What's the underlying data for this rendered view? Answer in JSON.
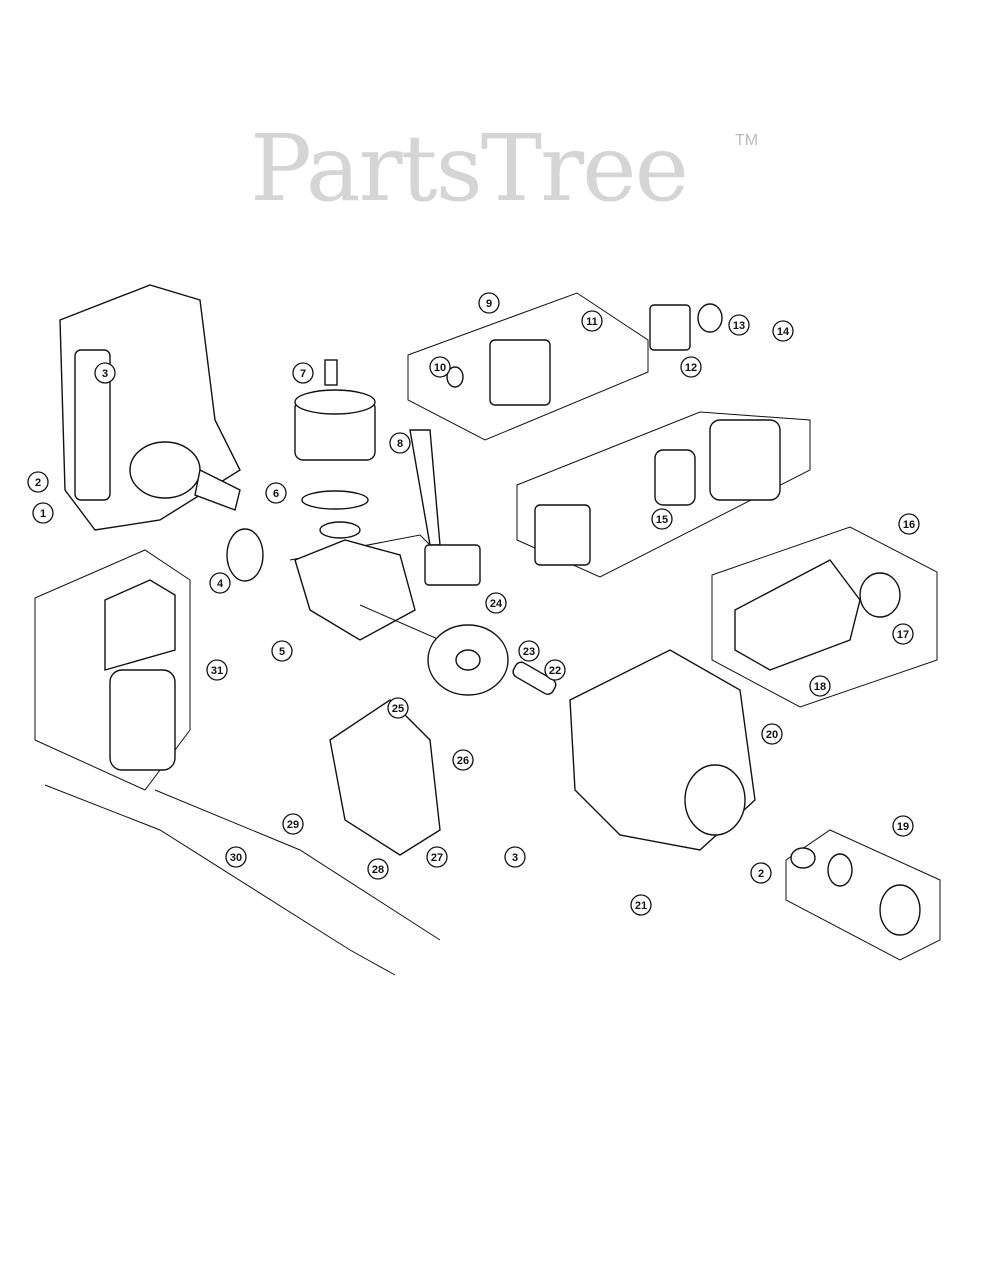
{
  "diagram": {
    "watermark": "PartsTree",
    "watermark_tm": "TM",
    "callouts": [
      "1",
      "2",
      "3",
      "4",
      "5",
      "6",
      "7",
      "8",
      "9",
      "10",
      "11",
      "12",
      "13",
      "14",
      "15",
      "16",
      "17",
      "18",
      "19",
      "20",
      "21",
      "22",
      "23",
      "24",
      "25",
      "26",
      "27",
      "28",
      "29",
      "30",
      "31",
      "3",
      "2"
    ]
  }
}
